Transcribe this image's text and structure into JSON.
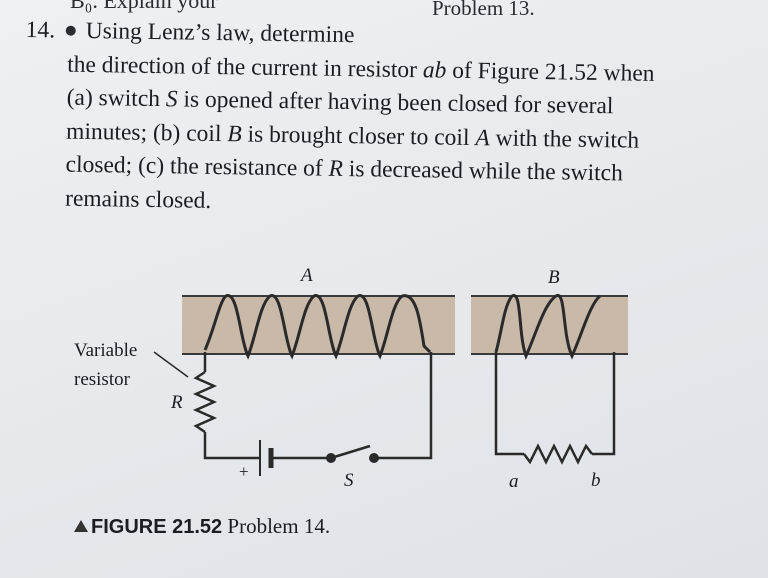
{
  "header": {
    "cut_text": "B₀. Explain your",
    "previous_problem": "Problem 13."
  },
  "problem": {
    "number": "14.",
    "line1": "Using Lenz’s law, determine",
    "line2_a": "the direction of the current in resistor ",
    "line2_ab": "ab",
    "line2_b": " of Figure 21.52 when",
    "line3_a": "(a) switch ",
    "line3_s": "S",
    "line3_b": " is opened after having been closed for several",
    "line4_a": "minutes; (b) coil ",
    "line4_B": "B",
    "line4_b": " is brought closer to coil ",
    "line4_A": "A",
    "line4_c": " with the switch",
    "line5_a": "closed; (c) the resistance of ",
    "line5_R": "R",
    "line5_b": " is decreased while the switch",
    "line6": "remains closed."
  },
  "figure": {
    "label_coil_a": "A",
    "label_coil_b": "B",
    "label_variable": "Variable",
    "label_resistor": "resistor",
    "label_R": "R",
    "label_plus": "+",
    "label_S": "S",
    "label_a": "a",
    "label_b": "b"
  },
  "caption": {
    "figure_label": "FIGURE 21.52",
    "text": " Problem 14."
  }
}
